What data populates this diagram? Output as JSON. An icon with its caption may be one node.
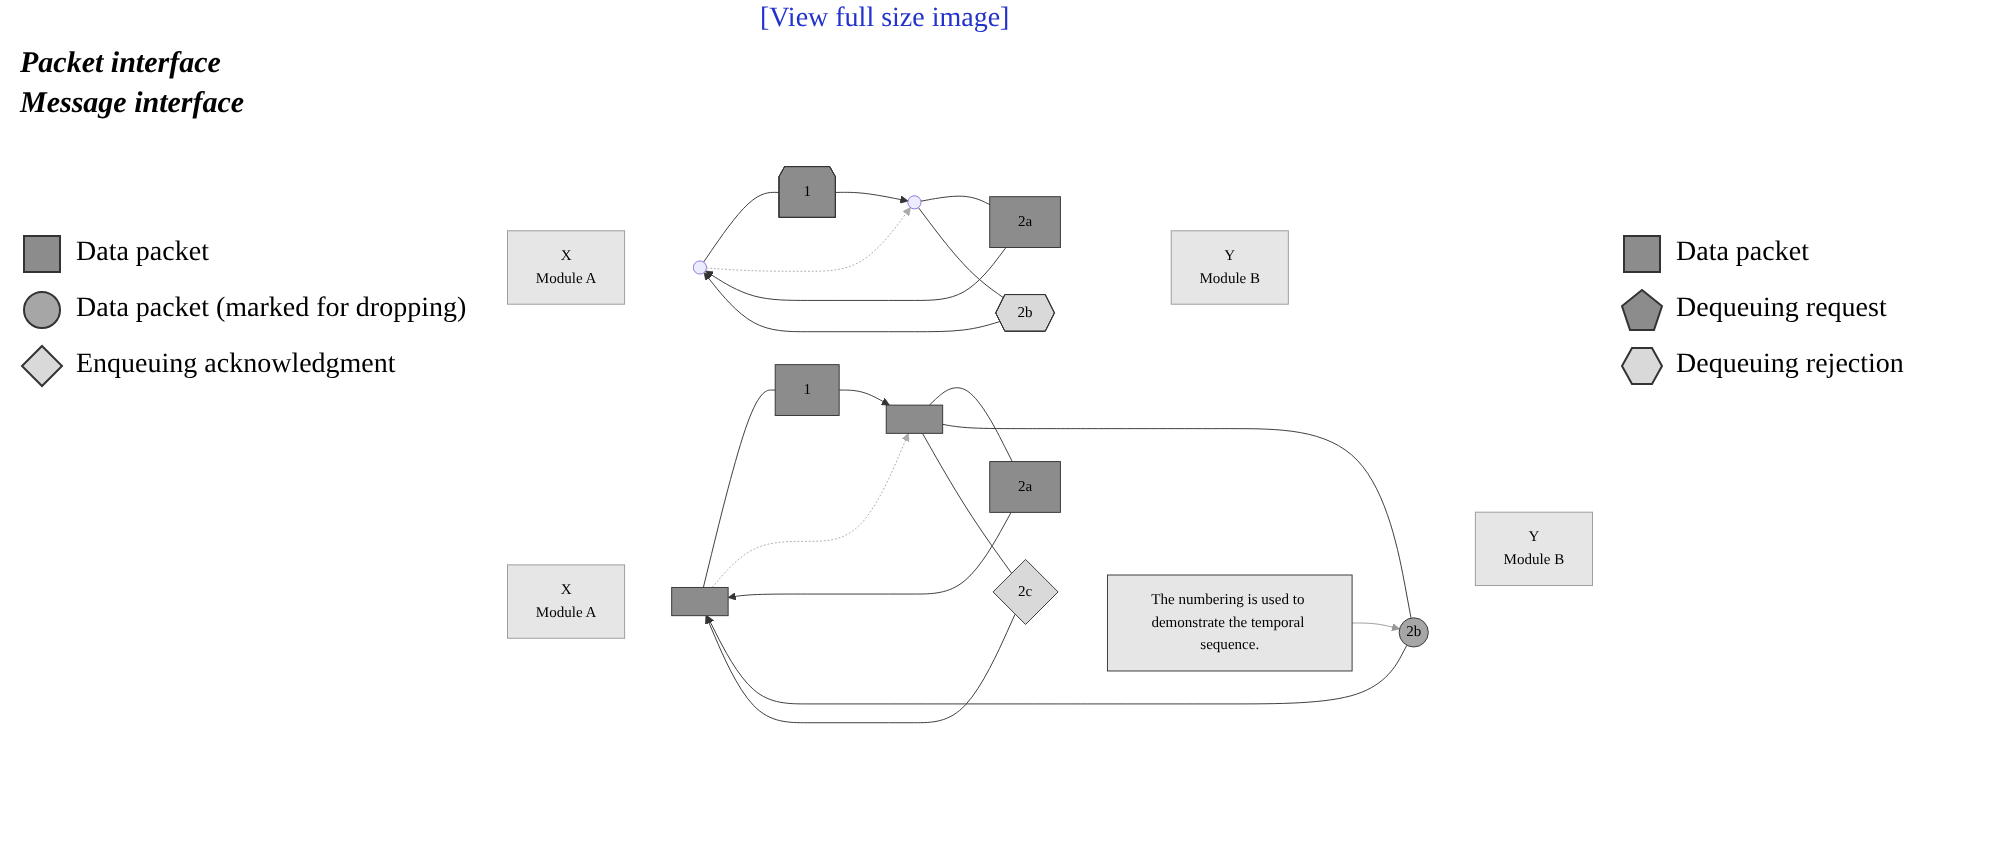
{
  "diagram": {
    "nodes": [
      {
        "text": [
          "X",
          "Module A"
        ]
      },
      {
        "text": [],
        "shape": "box"
      },
      {
        "text": [
          "Y",
          "Module B"
        ]
      },
      {
        "text": [],
        "shape": "box"
      },
      {
        "text": [
          "1"
        ]
      },
      {
        "text": [
          "2a"
        ]
      },
      {
        "text": [
          "2b"
        ]
      },
      {
        "text": [
          "2c"
        ]
      },
      {
        "text": [
          "The numbering is used to demonstrate the temporal sequence."
        ]
      },
      {
        "text": [
          "X",
          "Module A"
        ]
      },
      {
        "text": [],
        "shape": "circle"
      },
      {
        "text": [
          "Y",
          "Module B"
        ]
      },
      {
        "text": [],
        "shape": "circle"
      },
      {
        "text": [
          "1"
        ]
      },
      {
        "text": [
          "2a"
        ]
      },
      {
        "text": [
          "2b"
        ]
      }
    ],
    "edges": [
      {
        "from": 1,
        "to": 4,
        "arrow": "none"
      },
      {
        "from": 4,
        "to": 3,
        "arrow": "to"
      },
      {
        "from": 1,
        "to": 3,
        "arrow": "to",
        "style": "dashed",
        "color": "#aaaaaa"
      },
      {
        "from": 3,
        "to": 5,
        "arrow": "none"
      },
      {
        "from": 5,
        "to": 1,
        "arrow": "to"
      },
      {
        "from": 3,
        "to": 6,
        "arrow": "none"
      },
      {
        "from": 6,
        "to": 1,
        "arrow": "to"
      },
      {
        "from": 3,
        "to": 7,
        "arrow": "none"
      },
      {
        "from": 7,
        "to": 1,
        "arrow": "to"
      },
      {
        "from": 8,
        "to": 6,
        "arrow": "to",
        "color": "#999999"
      },
      {
        "from": 10,
        "to": 13,
        "arrow": "none"
      },
      {
        "from": 13,
        "to": 12,
        "arrow": "to"
      },
      {
        "from": 10,
        "to": 12,
        "arrow": "to",
        "style": "dashed",
        "color": "#aaaaaa"
      },
      {
        "from": 12,
        "to": 14,
        "arrow": "none"
      },
      {
        "from": 14,
        "to": 10,
        "arrow": "to"
      },
      {
        "from": 12,
        "to": 15,
        "arrow": "none"
      },
      {
        "from": 15,
        "to": 10,
        "arrow": "to"
      }
    ],
    "labels": [
      "[View full size image]",
      "Packet interface",
      "Message interface"
    ],
    "legend": [
      {
        "text": "Data packet"
      },
      {
        "text": "Data packet (marked for dropping)"
      },
      {
        "text": "Enqueuing acknowledgment"
      },
      {
        "text": "Data packet"
      },
      {
        "text": "Dequeuing request"
      },
      {
        "text": "Dequeuing rejection"
      }
    ]
  }
}
